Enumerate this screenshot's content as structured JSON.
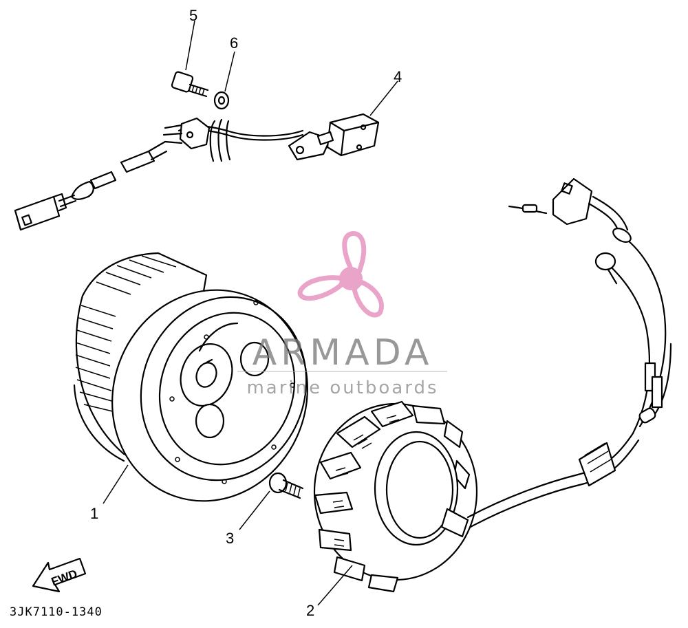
{
  "diagram": {
    "part_code": "3JK7110-1340",
    "direction_label": "FWD",
    "callouts": [
      "1",
      "2",
      "3",
      "4",
      "5",
      "6"
    ],
    "watermark": {
      "title": "ARMADA",
      "subtitle": "marine outboards",
      "brand_color": "#e89ac4"
    }
  }
}
